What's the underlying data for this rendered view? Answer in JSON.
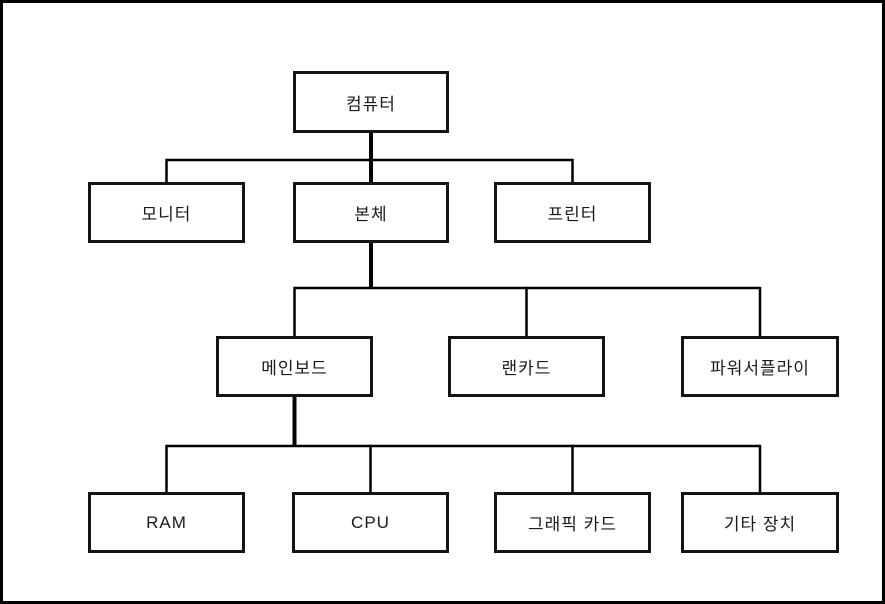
{
  "diagram": {
    "type": "tree",
    "colors": {
      "background": "#ffffff",
      "line": "#000000",
      "box_border": "#141414",
      "text": "#1a1a1a"
    },
    "nodes": {
      "computer": {
        "label": "컴퓨터"
      },
      "monitor": {
        "label": "모니터"
      },
      "body": {
        "label": "본체"
      },
      "printer": {
        "label": "프린터"
      },
      "mainboard": {
        "label": "메인보드"
      },
      "lan_card": {
        "label": "랜카드"
      },
      "power_supply": {
        "label": "파워서플라이"
      },
      "ram": {
        "label": "RAM"
      },
      "cpu": {
        "label": "CPU"
      },
      "graphics_card": {
        "label": "그래픽 카드"
      },
      "etc_devices": {
        "label": "기타 장치"
      }
    },
    "edges": [
      {
        "from": "computer",
        "to": "monitor"
      },
      {
        "from": "computer",
        "to": "body"
      },
      {
        "from": "computer",
        "to": "printer"
      },
      {
        "from": "body",
        "to": "mainboard"
      },
      {
        "from": "body",
        "to": "lan_card"
      },
      {
        "from": "body",
        "to": "power_supply"
      },
      {
        "from": "mainboard",
        "to": "ram"
      },
      {
        "from": "mainboard",
        "to": "cpu"
      },
      {
        "from": "mainboard",
        "to": "graphics_card"
      },
      {
        "from": "mainboard",
        "to": "etc_devices"
      }
    ]
  }
}
